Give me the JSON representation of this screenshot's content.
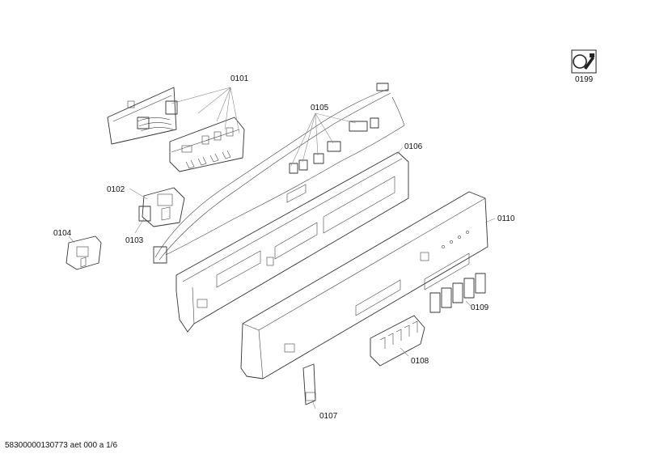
{
  "labels": {
    "p0101": "0101",
    "p0102": "0102",
    "p0103": "0103",
    "p0104": "0104",
    "p0105": "0105",
    "p0106": "0106",
    "p0107": "0107",
    "p0108": "0108",
    "p0109": "0109",
    "p0110": "0110",
    "p0199": "0199"
  },
  "footer": "58300000130773 aet 000 a 1/6",
  "icons": {
    "service_tool": "wrench-icon"
  }
}
